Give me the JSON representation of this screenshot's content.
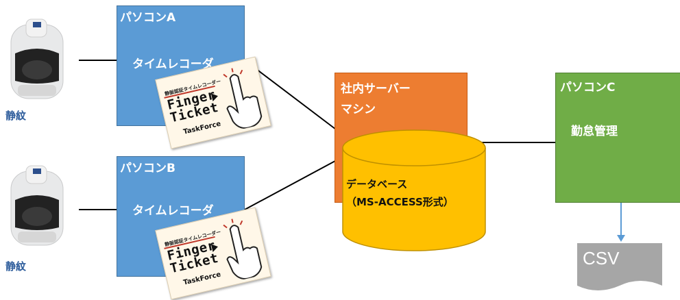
{
  "scanners": [
    {
      "label": "静紋"
    },
    {
      "label": "静紋"
    }
  ],
  "pc_a": {
    "title": "パソコンA",
    "app": "タイムレコーダ"
  },
  "pc_b": {
    "title": "パソコンB",
    "app": "タイムレコーダ"
  },
  "server": {
    "title_line1": "社内サーバー",
    "title_line2": "マシン",
    "db_line1": "データベース",
    "db_line2": "（MS-ACCESS形式）"
  },
  "pc_c": {
    "title": "パソコンC",
    "app": "勤怠管理"
  },
  "card": {
    "top": "静脈認証タイムレコーダー",
    "line1": "Finger",
    "line2": "Ticket",
    "brand": "TaskForce"
  },
  "output": {
    "label": "CSV"
  },
  "colors": {
    "blue": "#5b9bd5",
    "orange": "#ed7d31",
    "green": "#70ad47",
    "cylinder": "#ffc000",
    "csv": "#a6a6a6"
  }
}
